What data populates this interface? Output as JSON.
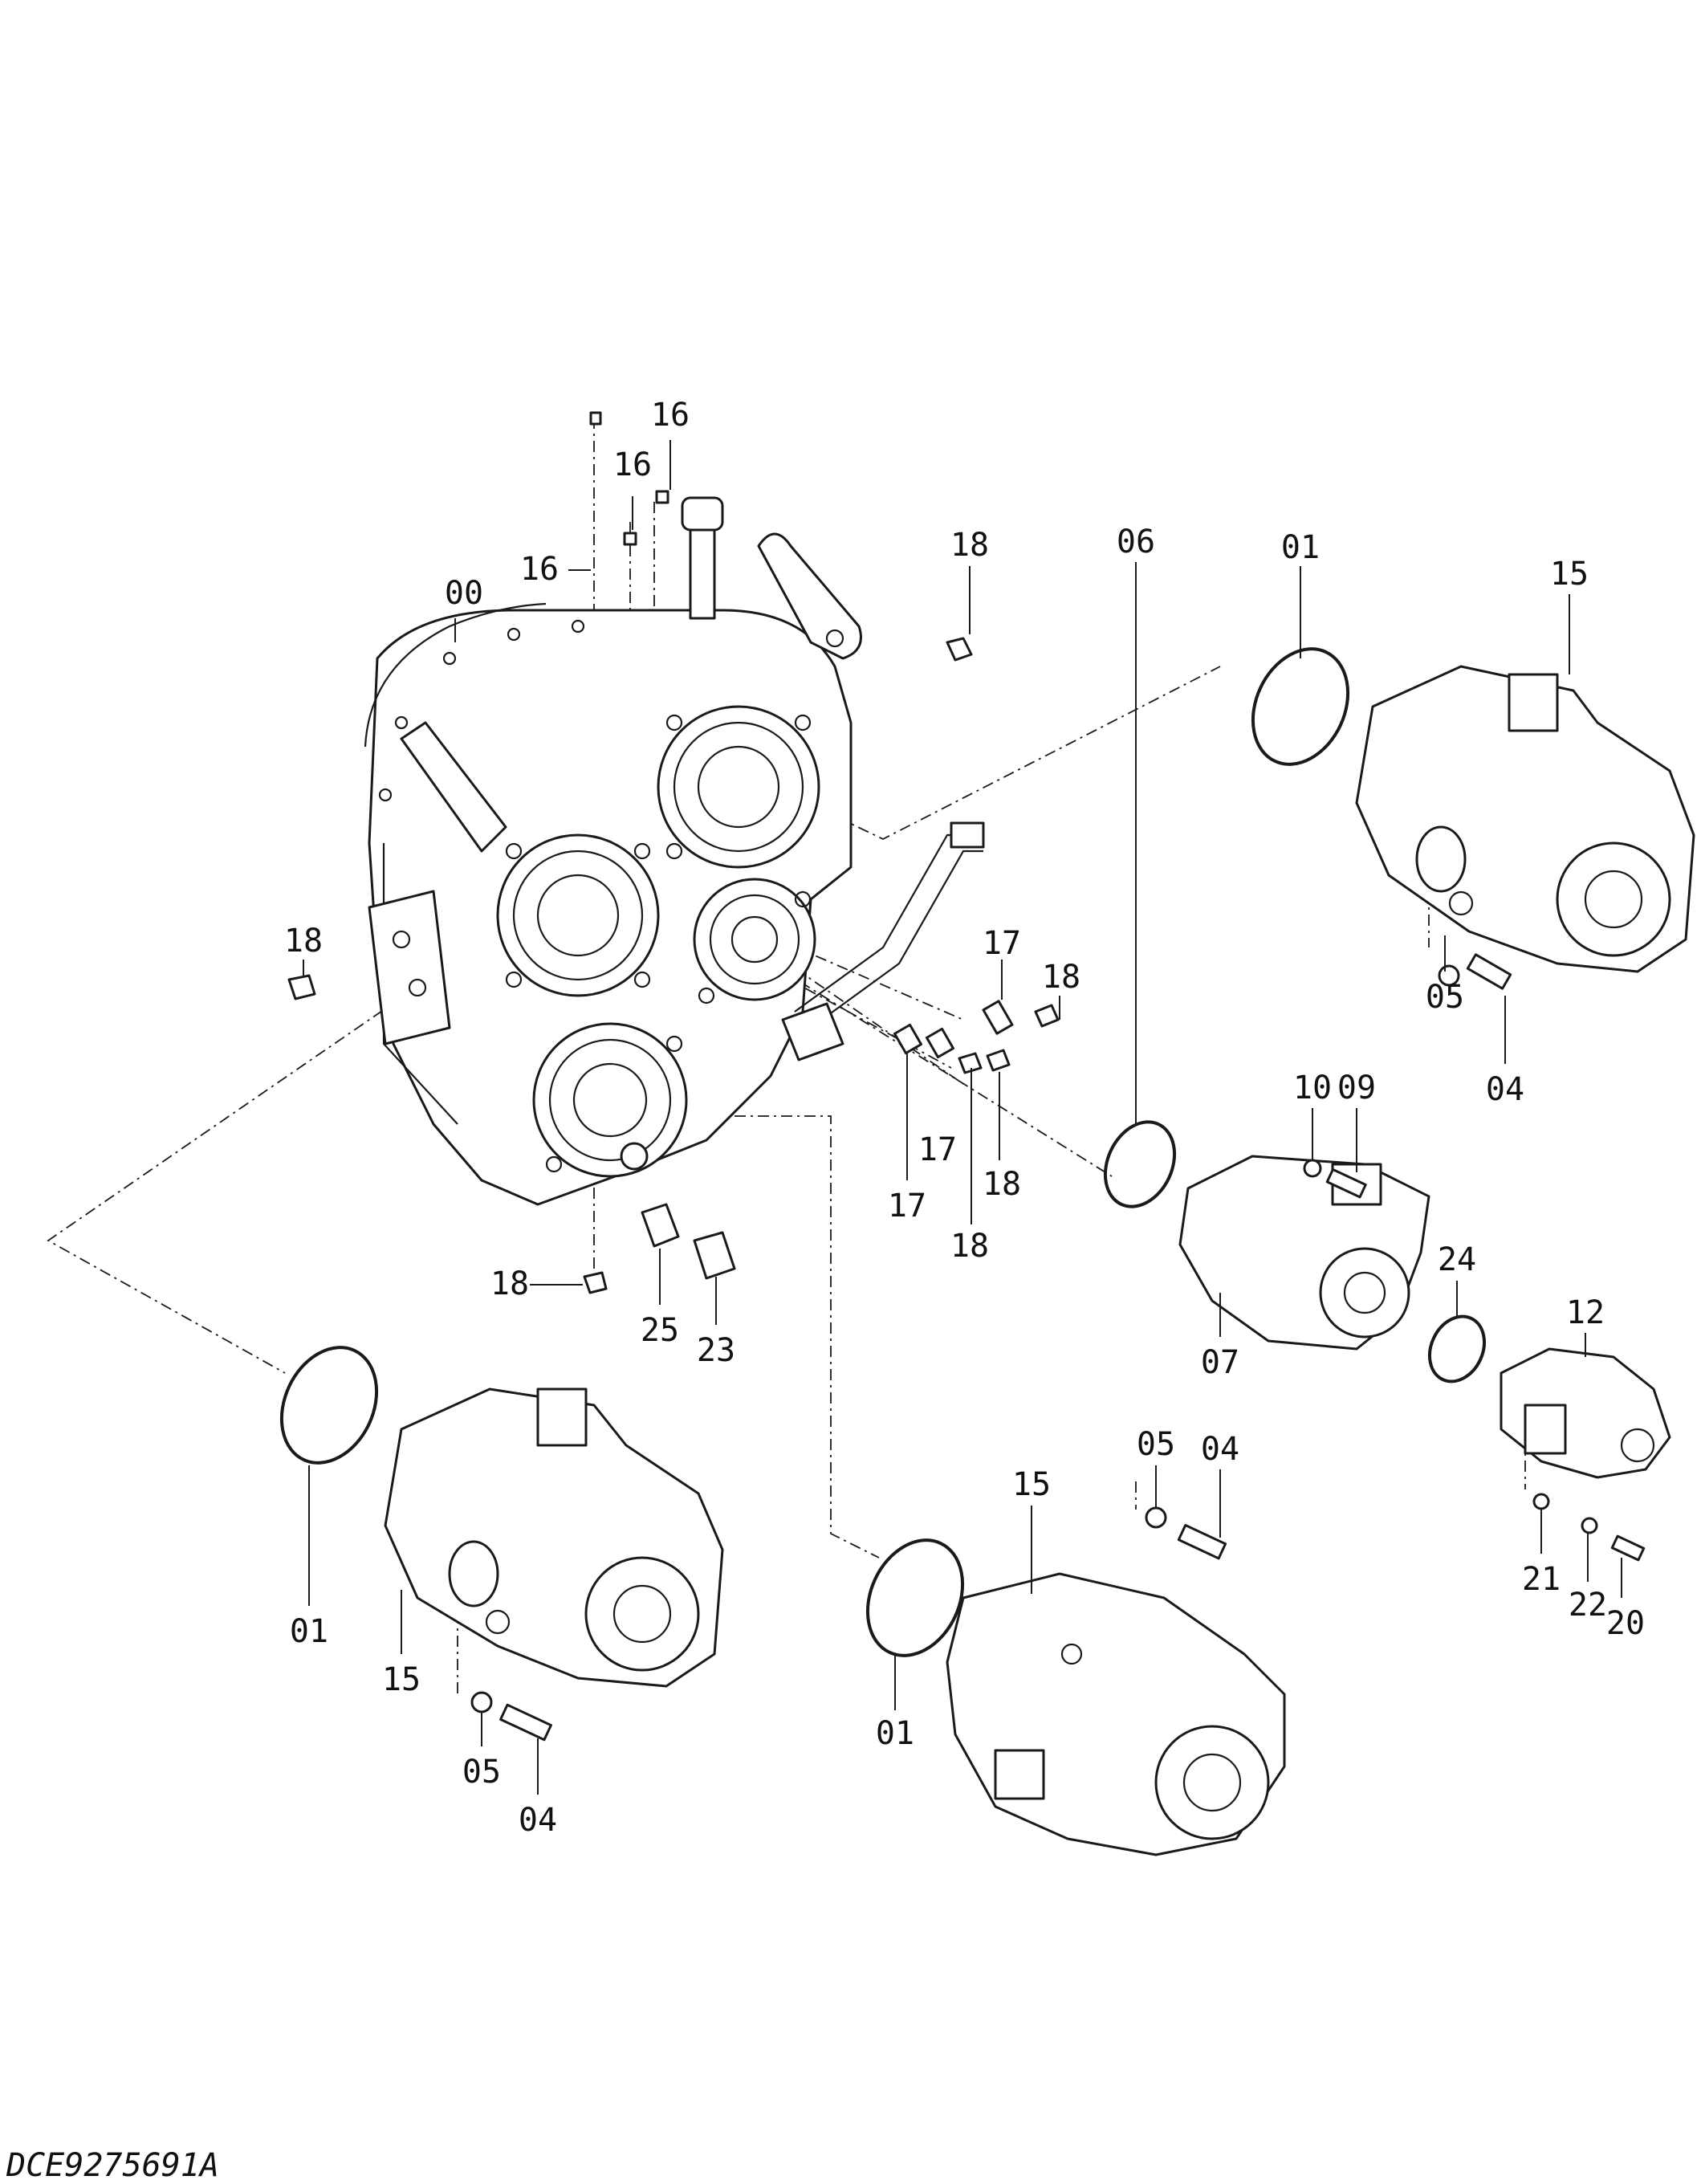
{
  "diagram": {
    "drawing_code": "DCE9275691A",
    "callouts": {
      "c00": "00",
      "c16a": "16",
      "c16b": "16",
      "c16c": "16",
      "c18a": "18",
      "c18b": "18",
      "c18c": "18",
      "c18d": "18",
      "c18e": "18",
      "c18f": "18",
      "c17a": "17",
      "c17b": "17",
      "c17c": "17",
      "c01a": "01",
      "c01b": "01",
      "c01c": "01",
      "c15a": "15",
      "c15b": "15",
      "c15c": "15",
      "c05a": "05",
      "c05b": "05",
      "c05c": "05",
      "c04a": "04",
      "c04b": "04",
      "c04c": "04",
      "c06": "06",
      "c10": "10",
      "c09": "09",
      "c07": "07",
      "c24": "24",
      "c12": "12",
      "c21": "21",
      "c22": "22",
      "c20": "20",
      "c25": "25",
      "c23": "23"
    }
  }
}
